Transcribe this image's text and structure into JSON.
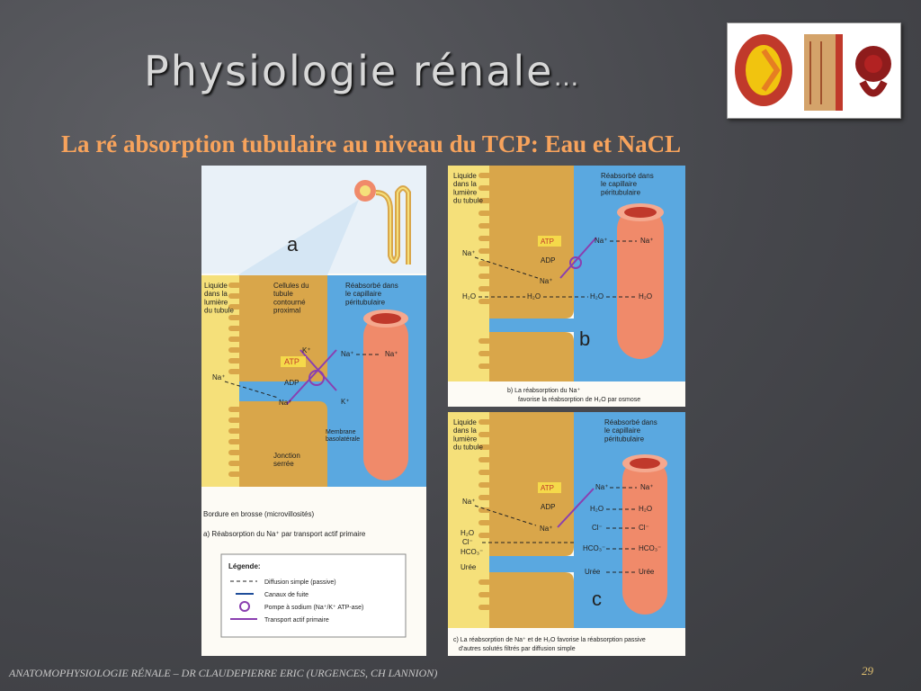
{
  "slide": {
    "title": "Physiologie rénale",
    "title_ellipsis": "…",
    "subtitle": "La ré absorption tubulaire au niveau du TCP: Eau et NaCL",
    "footer": "ANATOMOPHYSIOLOGIE RÉNALE – DR CLAUDEPIERRE ERIC (URGENCES, CH LANNION)",
    "page_number": "29"
  },
  "panel_a": {
    "letter": "a",
    "lumen_label": "Liquide\ndans la\nlumière\ndu tubule",
    "cells_label": "Cellules du\ntubule\ncontourné\nproximal",
    "reabsorbed_label": "Réabsorbé dans\nle capillaire\npéritubulaire",
    "k_plus_1": "K⁺",
    "k_plus_2": "K⁺",
    "atp": "ATP",
    "adp": "ADP",
    "na_lumen": "Na⁺",
    "na_cell": "Na⁺",
    "na_out": "Na⁺",
    "na_cap": "Na⁺",
    "membrane_label": "Membrane\nbasolatérale",
    "junction_label": "Jonction\nserrée",
    "brush_label": "Bordure en brosse (microvillosités)",
    "caption": "a) Réabsorption du Na⁺ par transport actif primaire"
  },
  "legend": {
    "title": "Légende:",
    "items": [
      {
        "label": "Diffusion simple (passive)",
        "icon": "dashed-arrow-icon"
      },
      {
        "label": "Canaux de fuite",
        "icon": "leak-channel-icon"
      },
      {
        "label": "Pompe à sodium (Na⁺/K⁺ ATP-ase)",
        "icon": "sodium-pump-icon"
      },
      {
        "label": "Transport actif primaire",
        "icon": "purple-arrow-icon"
      }
    ]
  },
  "panel_b": {
    "letter": "b",
    "lumen_label": "Liquide\ndans la\nlumière\ndu tubule",
    "reabsorbed_label": "Réabsorbé dans\nle capillaire\npéritubulaire",
    "atp": "ATP",
    "adp": "ADP",
    "na_lumen": "Na⁺",
    "na_cell": "Na⁺",
    "na_out": "Na⁺",
    "na_cap": "Na⁺",
    "h2o": [
      "H₂O",
      "H₂O",
      "H₂O",
      "H₂O"
    ],
    "caption_line1": "b) La réabsorption du Na⁺",
    "caption_line2": "favorise la réabsorption de H₂O par osmose"
  },
  "panel_c": {
    "letter": "c",
    "lumen_label": "Liquide\ndans la\nlumière\ndu tubule",
    "reabsorbed_label": "Réabsorbé dans\nle capillaire\npéritubulaire",
    "atp": "ATP",
    "adp": "ADP",
    "na_lumen": "Na⁺",
    "na_cell": "Na⁺",
    "na_out": "Na⁺",
    "na_cap": "Na⁺",
    "lumen_solutes": [
      "H₂O",
      "Cl⁻",
      "HCO₃⁻",
      "Urée"
    ],
    "rows": [
      {
        "left": "H₂O",
        "right": "H₂O"
      },
      {
        "left": "Cl⁻",
        "right": "Cl⁻"
      },
      {
        "left": "HCO₃⁻",
        "right": "HCO₃⁻"
      },
      {
        "left": "Urée",
        "right": "Urée"
      }
    ],
    "caption_line1": "c) La réabsorption de Na⁺ et de H₂O favorise la réabsorption passive",
    "caption_line2": "d'autres solutés filtrés par diffusion simple"
  },
  "colors": {
    "lumen": "#f5e07a",
    "cell": "#d9a64a",
    "interstitium": "#5aa8e0",
    "capillary": "#f08a6a",
    "subtitle": "#f7a35c",
    "pump": "#8a3fb0"
  }
}
